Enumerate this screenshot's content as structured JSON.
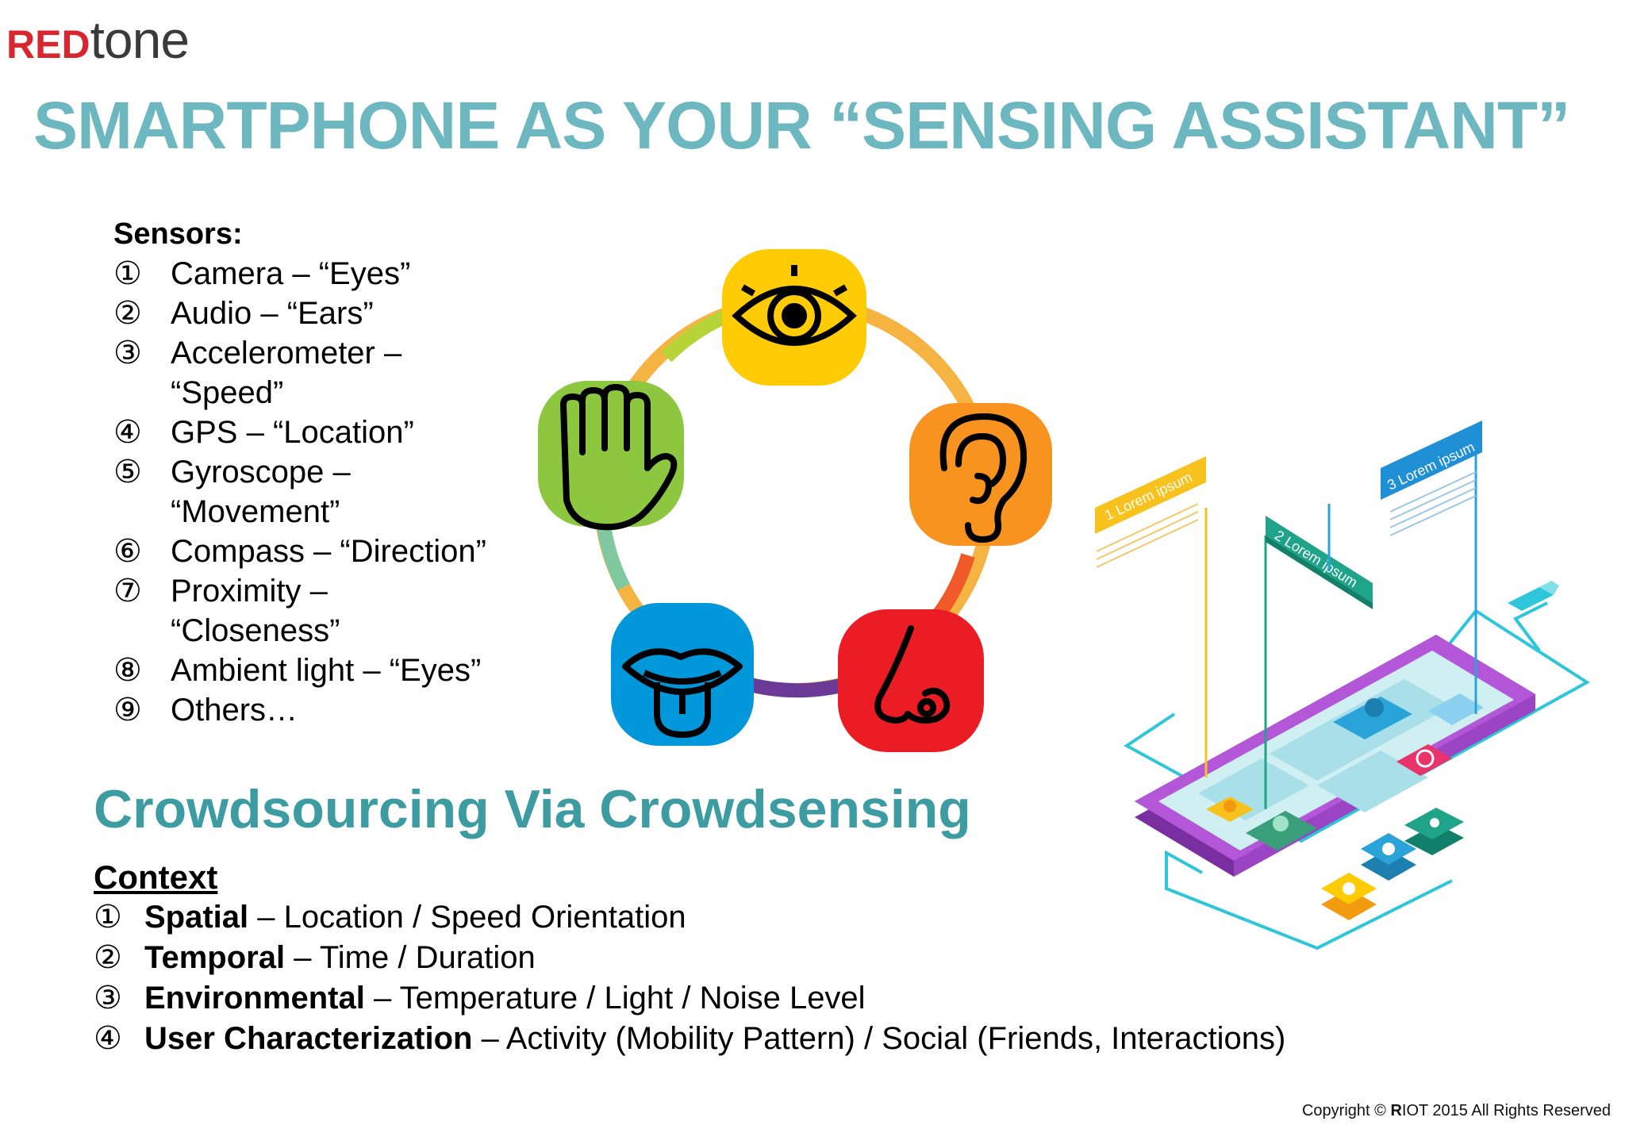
{
  "logo": {
    "red": "RED",
    "rest": "tone"
  },
  "title": "SMARTPHONE AS YOUR “SENSING ASSISTANT”",
  "sensors": {
    "heading": "Sensors:",
    "items": [
      {
        "num": "①",
        "lines": [
          "Camera – “Eyes”"
        ]
      },
      {
        "num": "②",
        "lines": [
          "Audio – “Ears”"
        ]
      },
      {
        "num": "③",
        "lines": [
          "Accelerometer –",
          "“Speed”"
        ]
      },
      {
        "num": "④",
        "lines": [
          "GPS – “Location”"
        ]
      },
      {
        "num": "⑤",
        "lines": [
          "Gyroscope –",
          "“Movement”"
        ]
      },
      {
        "num": "⑥",
        "lines": [
          "Compass – “Direction”"
        ]
      },
      {
        "num": "⑦",
        "lines": [
          "Proximity –",
          "“Closeness”"
        ]
      },
      {
        "num": "⑧",
        "lines": [
          "Ambient light – “Eyes”"
        ]
      },
      {
        "num": "⑨",
        "lines": [
          "Others…"
        ]
      }
    ]
  },
  "senses_wheel": [
    {
      "name": "eye-icon",
      "color": "#ffcb05"
    },
    {
      "name": "ear-icon",
      "color": "#f7931e"
    },
    {
      "name": "nose-icon",
      "color": "#ec1c24"
    },
    {
      "name": "tongue-icon",
      "color": "#0098da"
    },
    {
      "name": "hand-icon",
      "color": "#8dc63f"
    }
  ],
  "subtitle": "Crowdsourcing Via Crowdsensing",
  "context": {
    "heading": "Context",
    "items": [
      {
        "num": "①",
        "bold": "Spatial",
        "rest": " – Location / Speed Orientation"
      },
      {
        "num": "②",
        "bold": "Temporal",
        "rest": " – Time / Duration"
      },
      {
        "num": "③",
        "bold": "Environmental",
        "rest": " – Temperature / Light / Noise Level"
      },
      {
        "num": "④",
        "bold": "User Characterization",
        "rest": " – Activity (Mobility Pattern) / Social (Friends, Interactions)"
      }
    ]
  },
  "phone_labels": [
    "1 Lorem ipsum",
    "2 Lorem ipsum",
    "3 Lorem ipsum"
  ],
  "copyright": {
    "prefix": "Copyright © ",
    "brand": "R",
    "rest": "IOT 2015 All Rights Reserved"
  }
}
